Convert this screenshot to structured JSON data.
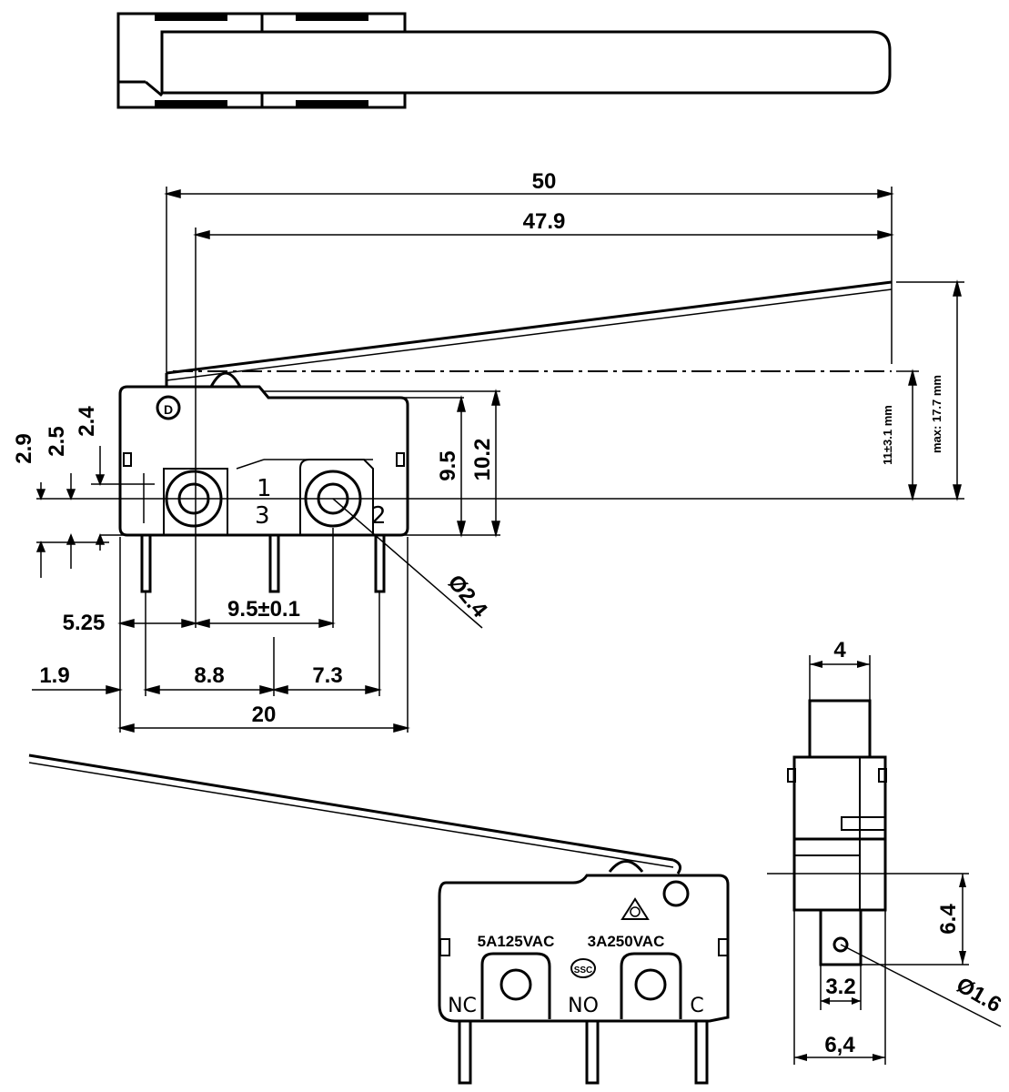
{
  "dimensions": {
    "overall_length": "50",
    "lever_length": "47.9",
    "height_to_hole": "9.5",
    "body_height": "10.2",
    "free_position": "11±3.1 mm",
    "max_travel": "max: 17.7 mm",
    "dim_2_9": "2.9",
    "dim_2_5": "2.5",
    "dim_2_4": "2.4",
    "hole_diameter": "Ø2.4",
    "offset_5_25": "5.25",
    "hole_pitch": "9.5±0.1",
    "pin_1_9": "1.9",
    "pin_8_8": "8.8",
    "pin_7_3": "7.3",
    "body_width": "20",
    "side_top_width": "4",
    "side_height": "6.4",
    "side_hole_offset": "3.2",
    "side_hole_diameter": "Ø1.6",
    "side_bottom_width": "6,4"
  },
  "pins": {
    "pin1": "1",
    "pin3": "3",
    "pin2": "2",
    "nc": "NC",
    "no": "NO",
    "c": "C"
  },
  "ratings": {
    "rating1": "5A125VAC",
    "rating2": "3A250VAC"
  }
}
